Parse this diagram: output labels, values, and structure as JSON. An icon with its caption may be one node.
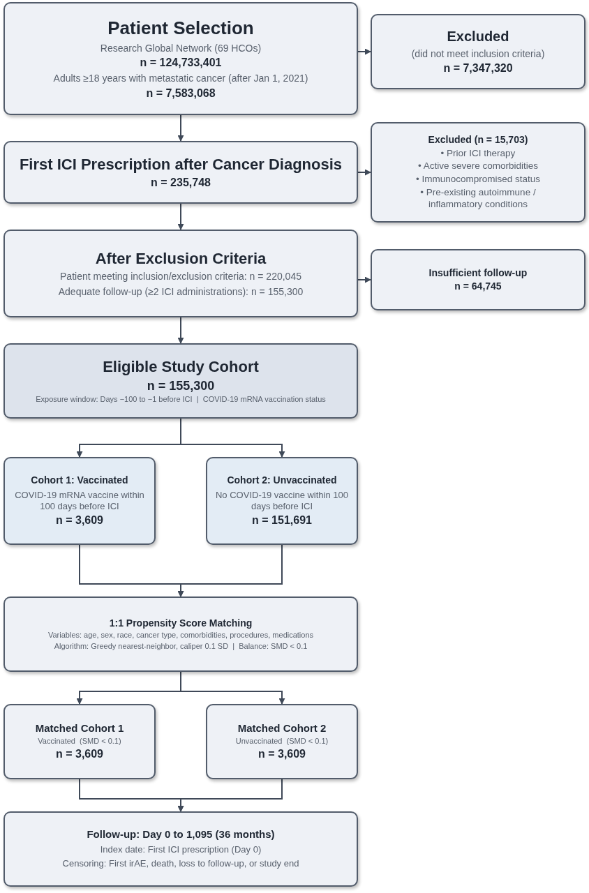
{
  "diagram": {
    "nodes": [
      {
        "text": [
          "Patient Selection",
          "Research Global Network (69 HCOs)",
          "n = 124,733,401",
          "Adults ≥18 years with metastatic cancer (after Jan 1, 2021)",
          "n = 7,583,068"
        ]
      },
      {
        "text": [
          "Excluded",
          "(did not meet inclusion criteria)",
          "n = 7,347,320"
        ]
      },
      {
        "text": [
          "First ICI Prescription after Cancer Diagnosis",
          "n = 235,748"
        ]
      },
      {
        "text": [
          "Excluded (n = 15,703)",
          "• Prior ICI therapy",
          "• Active severe comorbidities",
          "• Immunocompromised status",
          "• Pre-existing autoimmune / inflammatory conditions"
        ]
      },
      {
        "text": [
          "After Exclusion Criteria",
          "Patient meeting inclusion/exclusion criteria: n = 220,045",
          "Adequate follow-up (≥2 ICI administrations): n = 155,300"
        ]
      },
      {
        "text": [
          "Insufficient follow-up",
          "n = 64,745"
        ]
      },
      {
        "text": [
          "Eligible Study Cohort",
          "n = 155,300",
          "Exposure window: Days −100 to −1 before ICI  |  COVID-19 mRNA vaccination status"
        ]
      },
      {
        "text": [
          "Cohort 1: Vaccinated",
          "COVID-19 mRNA vaccine within 100 days before ICI",
          "n = 3,609"
        ]
      },
      {
        "text": [
          "Cohort 2: Unvaccinated",
          "No COVID-19 vaccine within 100 days before ICI",
          "n = 151,691"
        ]
      },
      {
        "text": [
          "1:1 Propensity Score Matching",
          "Variables: age, sex, race, cancer type, comorbidities, procedures, medications",
          "Algorithm: Greedy nearest-neighbor, caliper 0.1 SD  |  Balance: SMD < 0.1"
        ]
      },
      {
        "text": [
          "Matched Cohort 1",
          "Vaccinated  (SMD < 0.1)",
          "n = 3,609"
        ]
      },
      {
        "text": [
          "Matched Cohort 2",
          "Unvaccinated  (SMD < 0.1)",
          "n = 3,609"
        ]
      },
      {
        "text": [
          "Follow-up: Day 0 to 1,095 (36 months)",
          "Index date: First ICI prescription (Day 0)",
          "Censoring: First irAE, death, loss to follow-up, or study end"
        ]
      }
    ],
    "edges": [
      {
        "from": 0,
        "to": 1,
        "arrow": "to"
      },
      {
        "from": 0,
        "to": 2,
        "arrow": "to"
      },
      {
        "from": 2,
        "to": 3,
        "arrow": "to"
      },
      {
        "from": 2,
        "to": 4,
        "arrow": "to"
      },
      {
        "from": 4,
        "to": 5,
        "arrow": "to"
      },
      {
        "from": 4,
        "to": 6,
        "arrow": "to"
      },
      {
        "from": 6,
        "to": 7,
        "arrow": "to"
      },
      {
        "from": 6,
        "to": 8,
        "arrow": "to"
      },
      {
        "from": 7,
        "to": 9,
        "arrow": "to"
      },
      {
        "from": 8,
        "to": 9,
        "arrow": "to"
      },
      {
        "from": 9,
        "to": 10,
        "arrow": "to"
      },
      {
        "from": 9,
        "to": 11,
        "arrow": "to"
      },
      {
        "from": 10,
        "to": 12,
        "arrow": "to"
      },
      {
        "from": 11,
        "to": 12,
        "arrow": "to"
      }
    ]
  }
}
